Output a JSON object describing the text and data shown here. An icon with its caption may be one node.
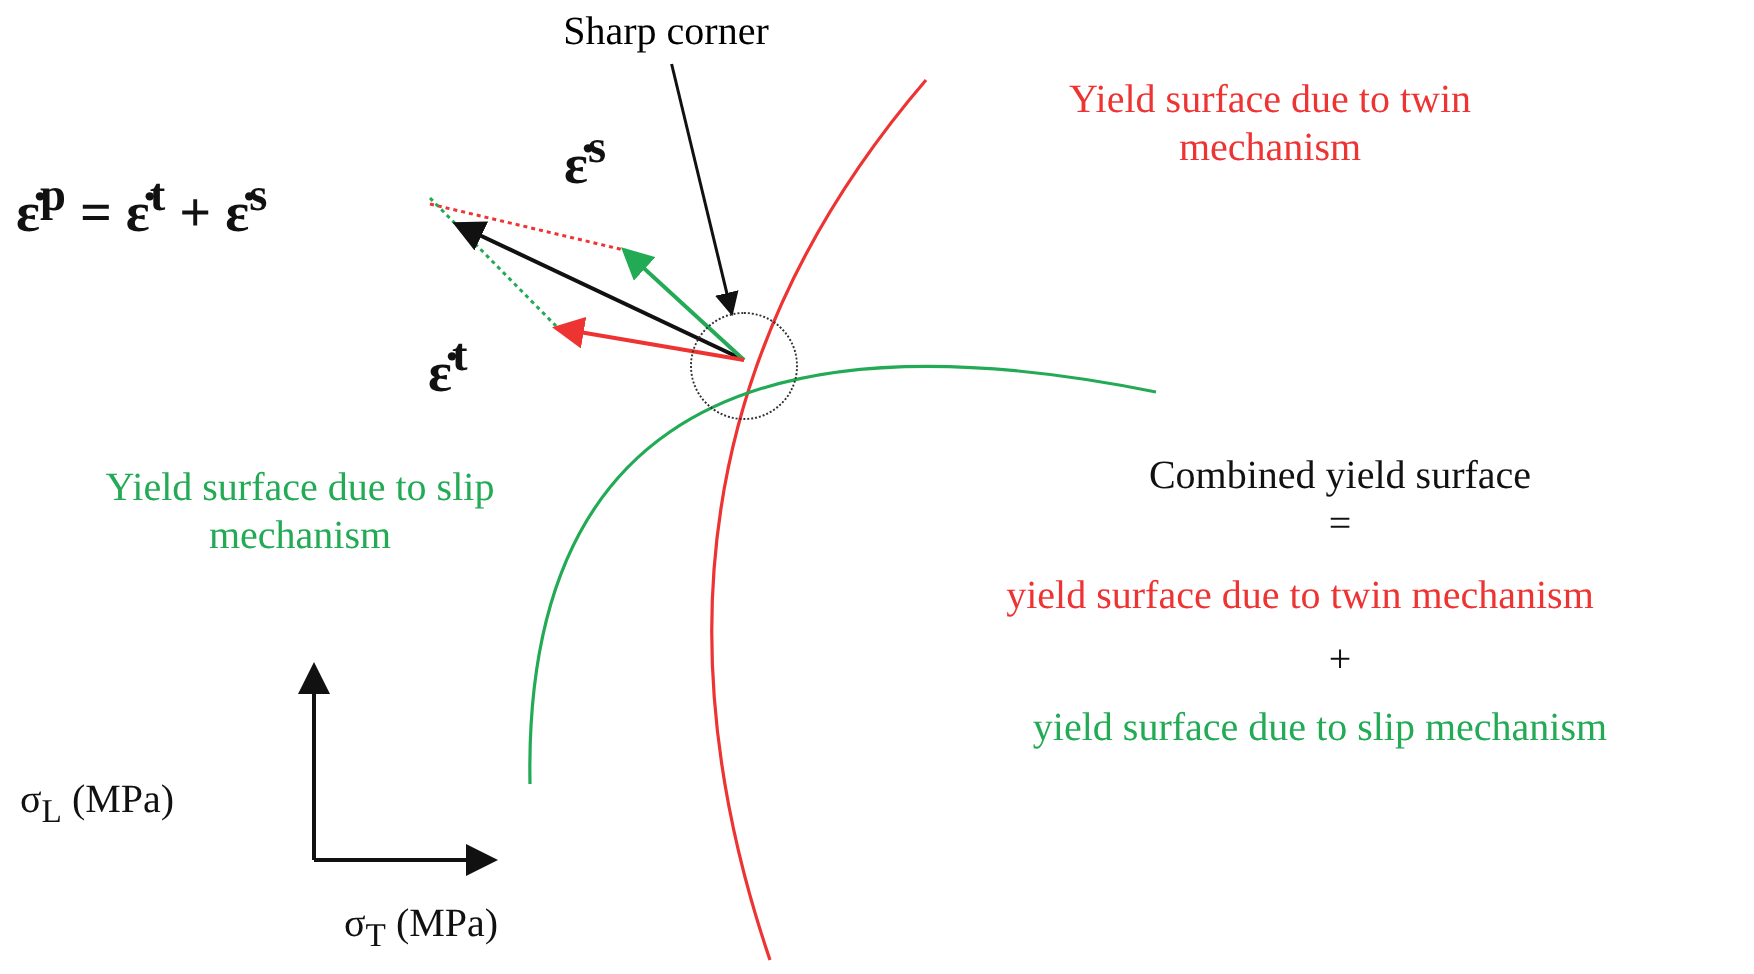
{
  "diagram": {
    "nodes": [
      {
        "text": [
          "Sharp corner"
        ]
      },
      {
        "text": [],
        "shape": "circle"
      }
    ],
    "edges": [
      {
        "from": 0,
        "to": 1,
        "arrow": "to"
      }
    ],
    "labels": [
      "ε̇$^{p}$ = ε̇$^{t}$ + ε̇$^{s}$",
      "ε̇$^{s}$",
      "Yield surface due to twin mechanism",
      "ε̇$^{t}$",
      "Yield surface due to slip mechanism",
      "Combined yield surface",
      "=",
      "yield surface due to twin mechanism",
      "+",
      "yield surface due to slip mechanism",
      "σ$_{L}$ (MPa)",
      "σ$_{T}$ (MPa)"
    ]
  }
}
